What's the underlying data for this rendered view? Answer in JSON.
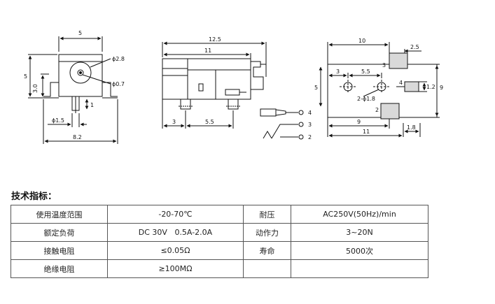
{
  "drawing": {
    "left_view": {
      "dim_top": "5",
      "dim_left": "5",
      "dim_height": "3.0",
      "dim_hole_outer": "ϕ2.8",
      "dim_hole_inner": "ϕ0.7",
      "dim_pin": "1",
      "dim_pin_dia": "ϕ1.5",
      "dim_bottom": "8.2"
    },
    "middle_view": {
      "dim_total": "12.5",
      "dim_body": "11",
      "dim_a": "3",
      "dim_b": "5.5",
      "pin_labels": [
        "4",
        "3",
        "2"
      ]
    },
    "right_view": {
      "dim_top": "10",
      "dim_pad": "2.5",
      "dim_side": "5",
      "dim_height": "9",
      "dim_a": "3",
      "dim_b": "5.5",
      "dim_holes": "2-ϕ1.8",
      "dim_pad_h": "1.2",
      "dim_c": "9",
      "dim_d": "11",
      "dim_e": "1.8",
      "pad_labels": [
        "3",
        "4",
        "2"
      ]
    }
  },
  "spec": {
    "title": "技术指标：",
    "rows": [
      [
        "使用温度范围",
        "-20-70℃",
        "耐压",
        "AC250V(50Hz)/min"
      ],
      [
        "额定负荷",
        "DC 30V   0.5A-2.0A",
        "动作力",
        "3~20N"
      ],
      [
        "接触电阻",
        "≤0.05Ω",
        "寿命",
        "5000次"
      ],
      [
        "绝缘电阻",
        "≥100MΩ",
        "",
        ""
      ]
    ]
  }
}
